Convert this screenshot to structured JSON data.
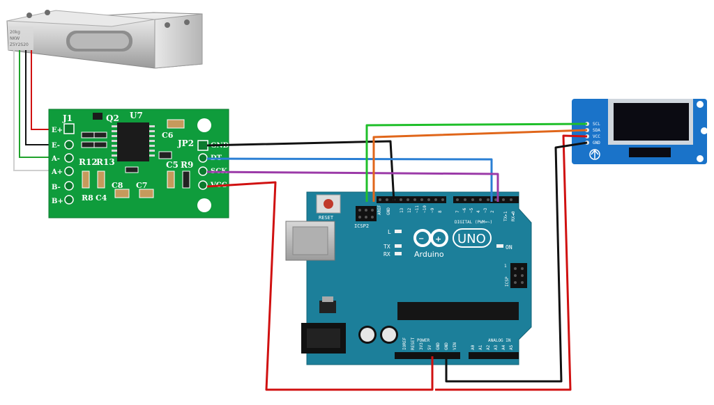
{
  "load_cell": {
    "capacity": "20kg",
    "text_line2": "NKW",
    "text_line3": "Z5Y2S20"
  },
  "hx711": {
    "j1": "J1",
    "q2": "Q2",
    "u7": "U7",
    "c6": "C6",
    "jp2": "JP2",
    "r12": "R12",
    "r13": "R13",
    "c5": "C5",
    "r9": "R9",
    "r8": "R8",
    "c4": "C4",
    "c8": "C8",
    "c7": "C7",
    "left_pins": [
      "E+",
      "E-",
      "A-",
      "A+",
      "B-",
      "B+"
    ],
    "right_pins": [
      "GND",
      "DT",
      "SCK",
      "VCC"
    ]
  },
  "arduino": {
    "reset": "RESET",
    "icsp2": "ICSP2",
    "l": "L",
    "tx": "TX",
    "rx": "RX",
    "uno": "UNO",
    "brand": "Arduino",
    "on": "ON",
    "icsp": "ICSP",
    "icsp_pin1": "1",
    "digital_label": "DIGITAL (PWM=~)",
    "tx_pin": "TX▸1",
    "rx_pin": "RX◄0",
    "aref": "AREF",
    "gnd_top": "GND",
    "digital_pins": [
      "13",
      "12",
      "~11",
      "~10",
      "~9",
      "8",
      "7",
      "~6",
      "~5",
      "4",
      "~3",
      "2"
    ],
    "power_label": "POWER",
    "power_pins": [
      "IOREF",
      "RESET",
      "3V3",
      "5V",
      "GND",
      "GND",
      "VIN"
    ],
    "analog_label": "ANALOG IN",
    "analog_pins": [
      "A0",
      "A1",
      "A2",
      "A3",
      "A4",
      "A5"
    ]
  },
  "oled": {
    "pins": [
      "SCL",
      "SDA",
      "VCC",
      "GND"
    ]
  },
  "colors": {
    "pcb_green": "#0f9c3c",
    "arduino_blue": "#1c7f9a",
    "oled_blue": "#1a73c9",
    "wire_black": "#111111",
    "wire_red": "#d01010",
    "wire_blue": "#2a7fd4",
    "wire_purple": "#9b3aa8",
    "wire_green": "#1fbf2a",
    "wire_orange": "#e0661a",
    "wire_white": "#cccccc"
  }
}
